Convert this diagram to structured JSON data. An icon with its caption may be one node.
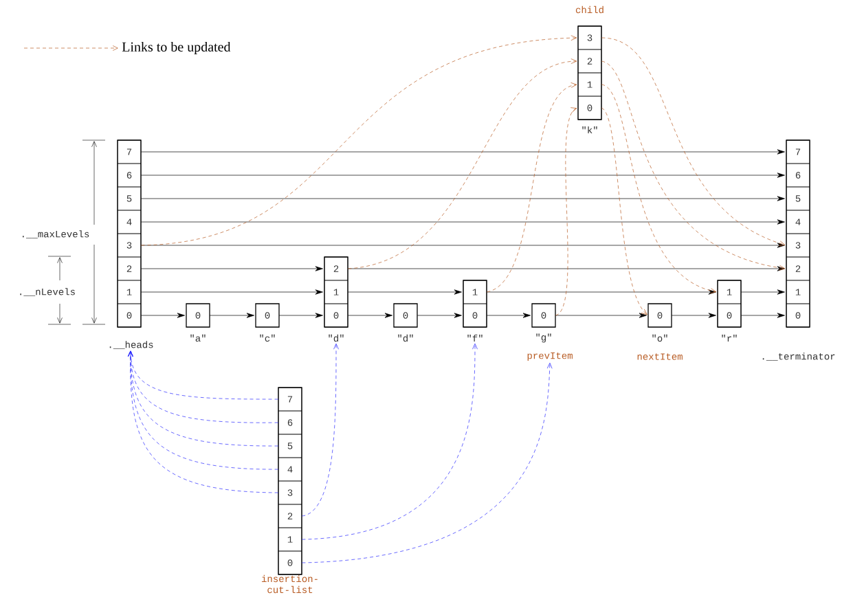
{
  "diagram": {
    "nodes": [
      {
        "text": [
          "\"k\""
        ],
        "beside": [
          "child"
        ]
      },
      {
        "text": [
          "3"
        ],
        "in": 0
      },
      {
        "text": [
          "2"
        ],
        "in": 0
      },
      {
        "text": [
          "1"
        ],
        "in": 0
      },
      {
        "text": [
          "0"
        ],
        "in": 0
      },
      {
        "text": [
          ".__heads"
        ]
      },
      {
        "text": [
          "7"
        ],
        "in": 5
      },
      {
        "text": [
          "6"
        ],
        "in": 5
      },
      {
        "text": [
          "5"
        ],
        "in": 5
      },
      {
        "text": [
          "4"
        ],
        "in": 5
      },
      {
        "text": [
          "3"
        ],
        "in": 5
      },
      {
        "text": [
          "2"
        ],
        "in": 5
      },
      {
        "text": [
          "1"
        ],
        "in": 5
      },
      {
        "text": [
          "0"
        ],
        "in": 5
      },
      {
        "text": [
          "\"a\""
        ]
      },
      {
        "text": [
          "0"
        ],
        "in": 14
      },
      {
        "text": [
          "\"c\""
        ]
      },
      {
        "text": [
          "0"
        ],
        "in": 16
      },
      {
        "text": [
          "\"d\""
        ]
      },
      {
        "text": [
          "2"
        ],
        "in": 18
      },
      {
        "text": [
          "1"
        ],
        "in": 18
      },
      {
        "text": [
          "0"
        ],
        "in": 18
      },
      {
        "text": [
          "\"d\""
        ]
      },
      {
        "text": [
          "0"
        ],
        "in": 22
      },
      {
        "text": [
          "\"f\""
        ]
      },
      {
        "text": [
          "1"
        ],
        "in": 24
      },
      {
        "text": [
          "0"
        ],
        "in": 24
      },
      {
        "text": [
          "\"g\""
        ],
        "beside": [
          "prevItem"
        ]
      },
      {
        "text": [
          "0"
        ],
        "in": 27
      },
      {
        "text": [
          "\"o\""
        ],
        "beside": [
          "nextItem"
        ]
      },
      {
        "text": [
          "0"
        ],
        "in": 29
      },
      {
        "text": [
          "\"r\""
        ]
      },
      {
        "text": [
          "1"
        ],
        "in": 31
      },
      {
        "text": [
          "0"
        ],
        "in": 31
      },
      {
        "text": [
          ".__terminator"
        ]
      },
      {
        "text": [
          "7"
        ],
        "in": 34
      },
      {
        "text": [
          "6"
        ],
        "in": 34
      },
      {
        "text": [
          "5"
        ],
        "in": 34
      },
      {
        "text": [
          "4"
        ],
        "in": 34
      },
      {
        "text": [
          "3"
        ],
        "in": 34
      },
      {
        "text": [
          "2"
        ],
        "in": 34
      },
      {
        "text": [
          "1"
        ],
        "in": 34
      },
      {
        "text": [
          "0"
        ],
        "in": 34
      },
      {
        "text": [
          "insertion-cut-list"
        ]
      },
      {
        "text": [
          "7"
        ],
        "in": 43
      },
      {
        "text": [
          "6"
        ],
        "in": 43
      },
      {
        "text": [
          "5"
        ],
        "in": 43
      },
      {
        "text": [
          "4"
        ],
        "in": 43
      },
      {
        "text": [
          "3"
        ],
        "in": 43
      },
      {
        "text": [
          "2"
        ],
        "in": 43
      },
      {
        "text": [
          "1"
        ],
        "in": 43
      },
      {
        "text": [
          "0"
        ],
        "in": 43
      }
    ],
    "edges": [
      {
        "from": 6,
        "to": 35,
        "arrow": "to"
      },
      {
        "from": 7,
        "to": 36,
        "arrow": "to"
      },
      {
        "from": 8,
        "to": 37,
        "arrow": "to"
      },
      {
        "from": 9,
        "to": 38,
        "arrow": "to"
      },
      {
        "from": 10,
        "to": 39,
        "arrow": "to"
      },
      {
        "from": 11,
        "to": 19,
        "arrow": "to"
      },
      {
        "from": 19,
        "to": 40,
        "arrow": "to"
      },
      {
        "from": 12,
        "to": 20,
        "arrow": "to"
      },
      {
        "from": 20,
        "to": 25,
        "arrow": "to"
      },
      {
        "from": 25,
        "to": 32,
        "arrow": "to"
      },
      {
        "from": 32,
        "to": 41,
        "arrow": "to"
      },
      {
        "from": 13,
        "to": 15,
        "arrow": "to"
      },
      {
        "from": 15,
        "to": 17,
        "arrow": "to"
      },
      {
        "from": 17,
        "to": 21,
        "arrow": "to"
      },
      {
        "from": 21,
        "to": 23,
        "arrow": "to"
      },
      {
        "from": 23,
        "to": 26,
        "arrow": "to"
      },
      {
        "from": 26,
        "to": 28,
        "arrow": "to"
      },
      {
        "from": 28,
        "to": 30,
        "arrow": "to"
      },
      {
        "from": 30,
        "to": 33,
        "arrow": "to"
      },
      {
        "from": 33,
        "to": 42,
        "arrow": "to"
      },
      {
        "from": 10,
        "to": 1,
        "arrow": "to",
        "style": "dashed",
        "color": "#b85c24"
      },
      {
        "from": 1,
        "to": 39,
        "arrow": "to",
        "style": "dashed",
        "color": "#b85c24"
      },
      {
        "from": 19,
        "to": 2,
        "arrow": "to",
        "style": "dashed",
        "color": "#b85c24"
      },
      {
        "from": 2,
        "to": 40,
        "arrow": "to",
        "style": "dashed",
        "color": "#b85c24"
      },
      {
        "from": 25,
        "to": 3,
        "arrow": "to",
        "style": "dashed",
        "color": "#b85c24"
      },
      {
        "from": 3,
        "to": 32,
        "arrow": "to",
        "style": "dashed",
        "color": "#b85c24"
      },
      {
        "from": 28,
        "to": 4,
        "arrow": "to",
        "style": "dashed",
        "color": "#b85c24"
      },
      {
        "from": 4,
        "to": 30,
        "arrow": "to",
        "style": "dashed",
        "color": "#b85c24"
      },
      {
        "from": 44,
        "to": 5,
        "arrow": "to",
        "style": "dashed",
        "color": "#2a2aff"
      },
      {
        "from": 45,
        "to": 5,
        "arrow": "to",
        "style": "dashed",
        "color": "#2a2aff"
      },
      {
        "from": 46,
        "to": 5,
        "arrow": "to",
        "style": "dashed",
        "color": "#2a2aff"
      },
      {
        "from": 47,
        "to": 5,
        "arrow": "to",
        "style": "dashed",
        "color": "#2a2aff"
      },
      {
        "from": 48,
        "to": 5,
        "arrow": "to",
        "style": "dashed",
        "color": "#2a2aff"
      },
      {
        "from": 49,
        "to": 18,
        "arrow": "to",
        "style": "dashed",
        "color": "#2a2aff"
      },
      {
        "from": 50,
        "to": 24,
        "arrow": "to",
        "style": "dashed",
        "color": "#2a2aff"
      },
      {
        "from": 51,
        "to": 27,
        "arrow": "to",
        "style": "dashed",
        "color": "#2a2aff"
      }
    ],
    "labels": [
      ".__maxLevels",
      ".__nLevels"
    ],
    "legend": [
      {
        "text": "Links to be updated"
      }
    ]
  }
}
